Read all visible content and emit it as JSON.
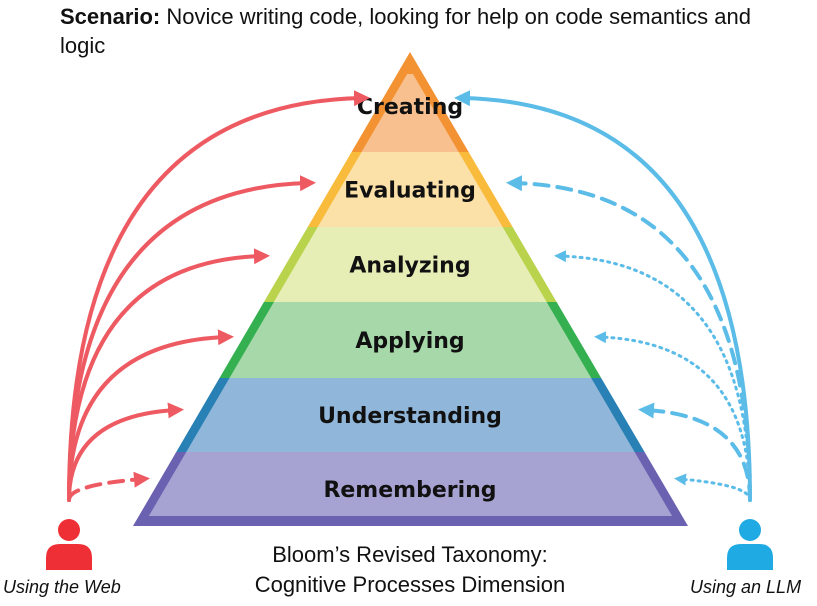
{
  "scenario": {
    "label": "Scenario:",
    "text": " Novice writing code, looking for help on code semantics and logic"
  },
  "levels": [
    {
      "name": "Creating",
      "fill": "#f9c08f",
      "edge": "#f39232"
    },
    {
      "name": "Evaluating",
      "fill": "#fbe0a8",
      "edge": "#f8bb3c"
    },
    {
      "name": "Analyzing",
      "fill": "#e6eeb6",
      "edge": "#b9d34c"
    },
    {
      "name": "Applying",
      "fill": "#a6d8aa",
      "edge": "#35b050"
    },
    {
      "name": "Understanding",
      "fill": "#90b6d9",
      "edge": "#2880b4"
    },
    {
      "name": "Remembering",
      "fill": "#a6a3d2",
      "edge": "#6a62b0"
    }
  ],
  "caption": {
    "line1": "Bloom’s Revised Taxonomy:",
    "line2": "Cognitive Processes Dimension"
  },
  "left_user": {
    "label": "Using the Web",
    "color": "#ef2f36",
    "arrow_color": "#ee5a62"
  },
  "right_user": {
    "label": "Using an LLM",
    "color": "#1faae3",
    "arrow_color": "#5cbce8"
  },
  "left_arrows": [
    "solid",
    "solid",
    "solid",
    "solid",
    "solid",
    "dashed"
  ],
  "right_arrows": [
    "solid",
    "dashed",
    "dotted",
    "dotted",
    "dashed",
    "dotted"
  ]
}
